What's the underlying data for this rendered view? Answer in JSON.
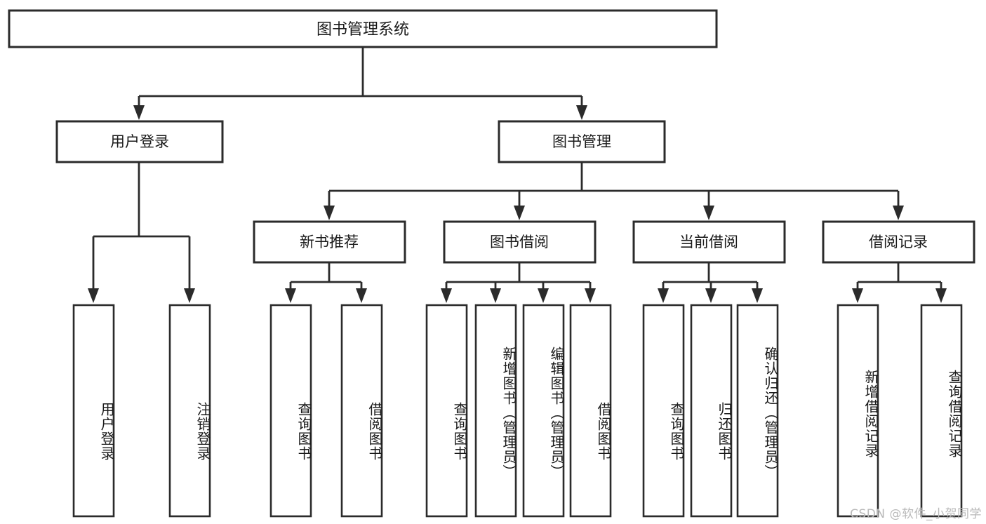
{
  "diagram": {
    "type": "tree-hierarchy",
    "title_node": {
      "label": "图书管理系统"
    },
    "level2": [
      {
        "label": "用户登录"
      },
      {
        "label": "图书管理"
      }
    ],
    "level3": [
      {
        "label": "新书推荐"
      },
      {
        "label": "图书借阅"
      },
      {
        "label": "当前借阅"
      },
      {
        "label": "借阅记录"
      }
    ],
    "leaves": {
      "user_login": [
        {
          "label": "用户登录"
        },
        {
          "label": "注销登录"
        }
      ],
      "new_book_recommend": [
        {
          "label": "查询图书"
        },
        {
          "label": "借阅图书"
        }
      ],
      "book_borrow": [
        {
          "label": "查询图书"
        },
        {
          "label": "新增图书（管理员）"
        },
        {
          "label": "编辑图书（管理员）"
        },
        {
          "label": "借阅图书"
        }
      ],
      "current_borrow": [
        {
          "label": "查询图书"
        },
        {
          "label": "归还图书"
        },
        {
          "label": "确认归还（管理员）"
        }
      ],
      "borrow_records": [
        {
          "label": "新增借阅记录"
        },
        {
          "label": "查询借阅记录"
        }
      ]
    }
  },
  "watermark": {
    "text": "CSDN @软件_小贺同学"
  },
  "colors": {
    "background": "#ffffff",
    "box_stroke": "#2b2b2b",
    "box_fill": "#ffffff",
    "text": "#1a1a1a",
    "watermark": "#b9b9b9"
  }
}
